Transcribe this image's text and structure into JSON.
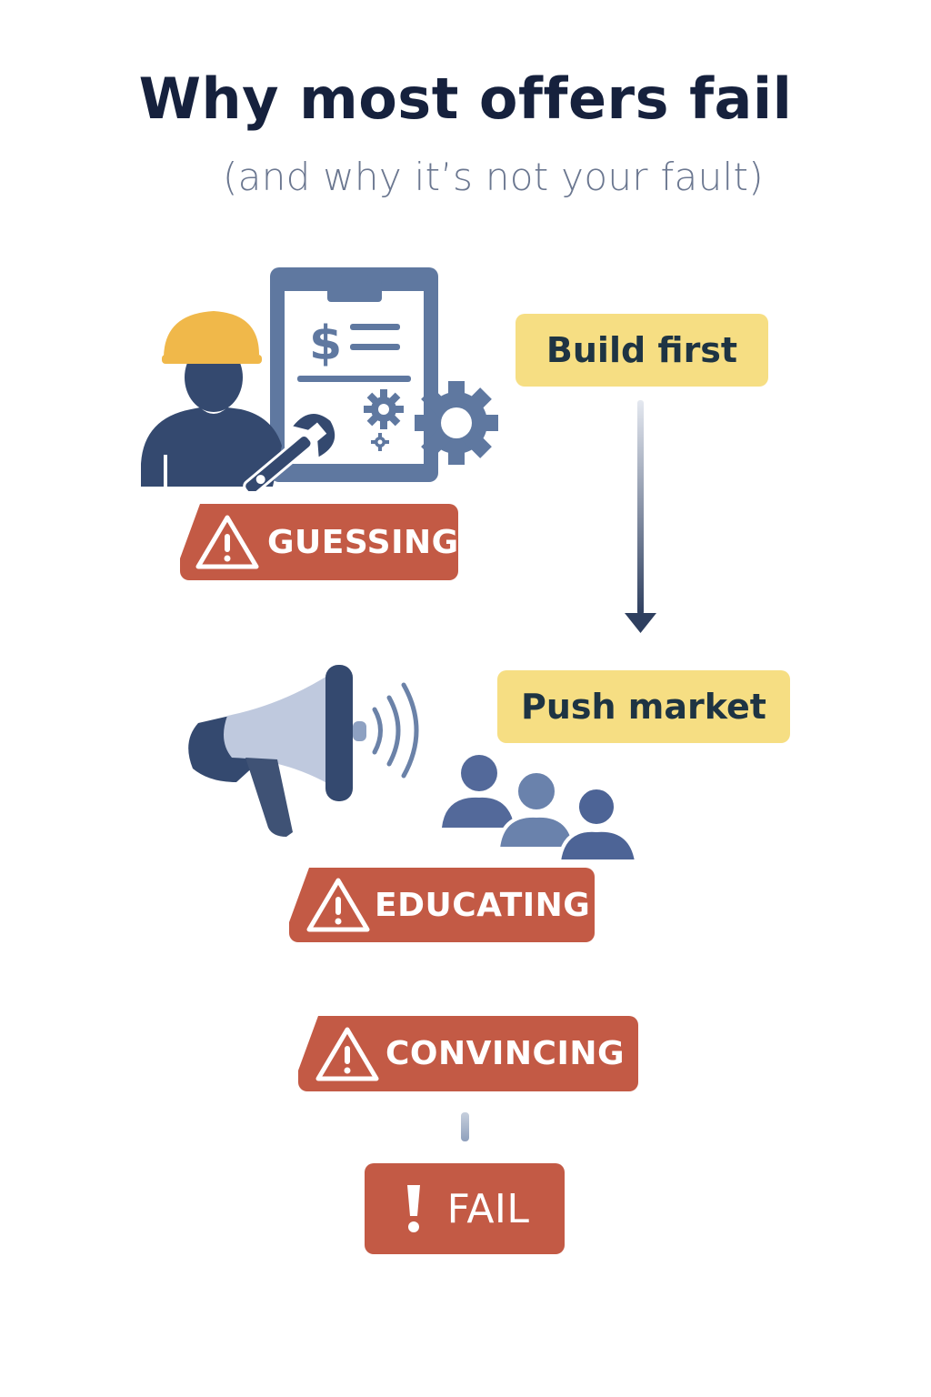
{
  "header": {
    "title": "Why most offers fail",
    "subtitle": "(and why it’s not your fault)"
  },
  "steps": [
    {
      "label": "Build first",
      "illustration": "worker-blueprint-icon"
    },
    {
      "label": "Push market",
      "illustration": "megaphone-audience-icon"
    }
  ],
  "warnings": [
    {
      "label": "GUESSING",
      "icon": "warning-triangle-icon"
    },
    {
      "label": "EDUCATING",
      "icon": "warning-triangle-icon"
    },
    {
      "label": "CONVINCING",
      "icon": "warning-triangle-icon"
    }
  ],
  "outcome": {
    "label": "FAIL",
    "icon": "exclamation-icon"
  },
  "colors": {
    "title": "#16213d",
    "subtitle": "#6b7790",
    "step_label_bg": "#f6de83",
    "warning_bg": "#c35a45",
    "icon_dark": "#34496f",
    "icon_mid": "#5f78a0",
    "helmet": "#f0b84a"
  }
}
